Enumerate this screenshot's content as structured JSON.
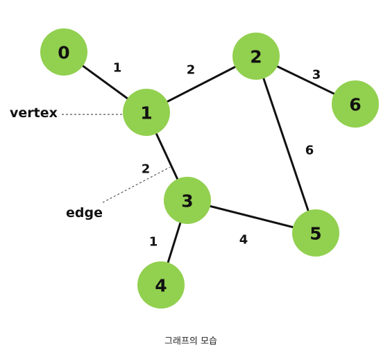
{
  "colors": {
    "node_fill": "#92d050",
    "edge": "#111111",
    "text": "#111111"
  },
  "nodes": [
    {
      "id": "0",
      "label": "0"
    },
    {
      "id": "1",
      "label": "1"
    },
    {
      "id": "2",
      "label": "2"
    },
    {
      "id": "3",
      "label": "3"
    },
    {
      "id": "4",
      "label": "4"
    },
    {
      "id": "5",
      "label": "5"
    },
    {
      "id": "6",
      "label": "6"
    }
  ],
  "edges": [
    {
      "from": "0",
      "to": "1",
      "weight": "1"
    },
    {
      "from": "1",
      "to": "2",
      "weight": "2"
    },
    {
      "from": "2",
      "to": "6",
      "weight": "3"
    },
    {
      "from": "2",
      "to": "5",
      "weight": "6"
    },
    {
      "from": "1",
      "to": "3",
      "weight": "2"
    },
    {
      "from": "3",
      "to": "5",
      "weight": "4"
    },
    {
      "from": "3",
      "to": "4",
      "weight": "1"
    }
  ],
  "annotations": {
    "vertex": "vertex",
    "edge": "edge"
  },
  "caption": "그래프의 모습"
}
